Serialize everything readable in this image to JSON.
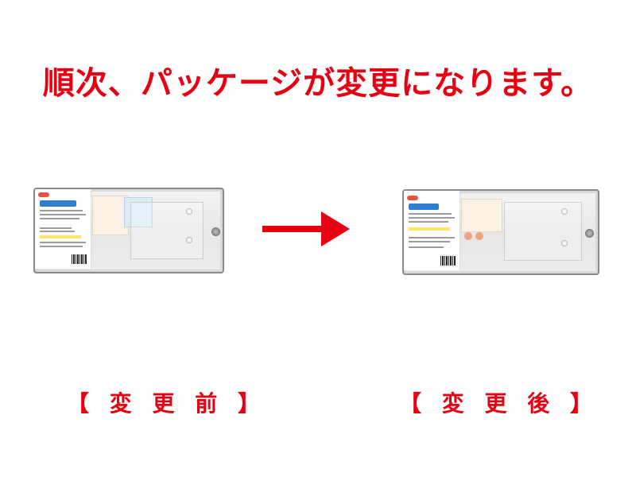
{
  "headline": "順次、パッケージが変更になります。",
  "colors": {
    "accent_red": "#e60012",
    "package_blue": "#2f7fd1",
    "package_yellow": "#ffe76a"
  },
  "arrow_icon": "right-arrow",
  "before": {
    "caption": "【 変 更 前 】"
  },
  "after": {
    "caption": "【 変 更 後 】"
  }
}
